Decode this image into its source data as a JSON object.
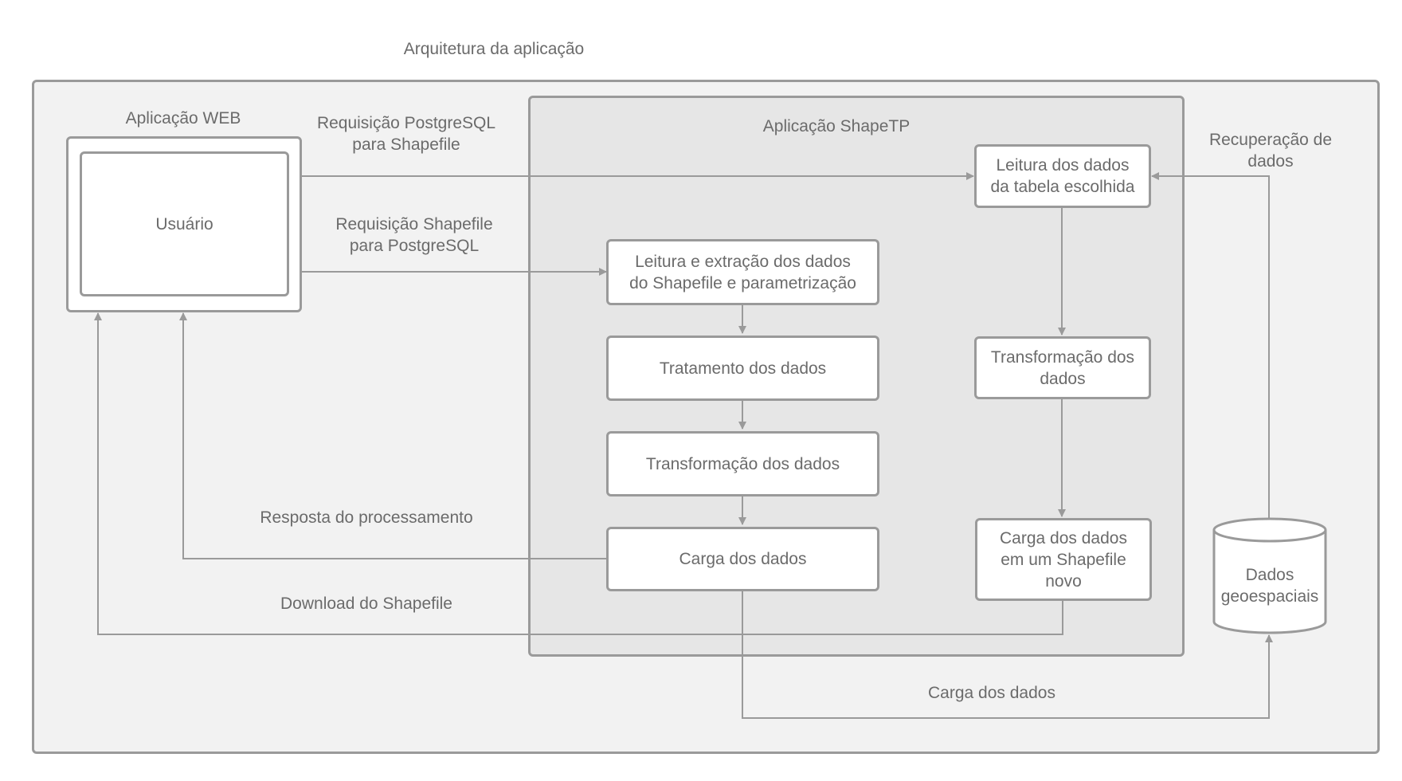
{
  "diagram": {
    "title": "Arquitetura da aplicação",
    "web_app": {
      "label": "Aplicação WEB",
      "user": "Usuário"
    },
    "shapetp": {
      "label": "Aplicação ShapeTP",
      "left_column": [
        "Leitura e extração dos dados\ndo Shapefile e parametrização",
        "Tratamento dos dados",
        "Transformação dos dados",
        "Carga dos dados"
      ],
      "right_column": [
        "Leitura dos dados\nda tabela escolhida",
        "Transformação dos\ndados",
        "Carga dos dados\nem um Shapefile\nnovo"
      ]
    },
    "database": "Dados\ngeoespaciais",
    "edge_labels": {
      "req_pg_to_shp": "Requisição PostgreSQL\npara Shapefile",
      "req_shp_to_pg": "Requisição Shapefile\npara PostgreSQL",
      "response": "Resposta do processamento",
      "download": "Download do Shapefile",
      "load": "Carga dos dados",
      "retrieval": "Recuperação de\ndados"
    },
    "colors": {
      "outer_bg": "#f2f2f2",
      "inner_bg": "#e6e6e6",
      "stroke": "#9a9a9a",
      "text": "#6b6b6b"
    }
  }
}
